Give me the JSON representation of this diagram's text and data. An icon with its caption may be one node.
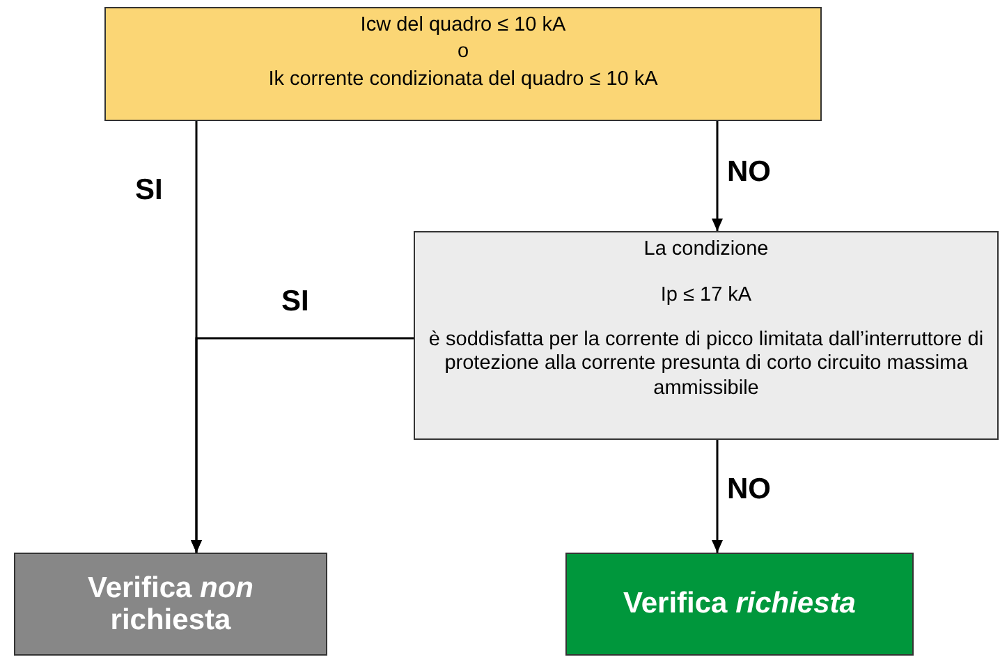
{
  "diagram": {
    "nodes": [
      {
        "text": [
          "Icw del quadro ≤ 10 kA",
          "o",
          "Ik corrente condizionata del quadro ≤ 10 kA"
        ]
      },
      {
        "text": [
          "La condizione",
          "Ip ≤ 17 kA",
          "è soddisfatta per la corrente di picco limitata dall’interruttore di protezione alla corrente presunta di corto circuito massima ammissibile"
        ]
      },
      {
        "text": [
          "Verifica *non* richiesta"
        ]
      },
      {
        "text": [
          "Verifica *richiesta*"
        ]
      }
    ],
    "edges": [
      {
        "from": 0,
        "to": 2,
        "arrow": "to",
        "label": "SI"
      },
      {
        "from": 0,
        "to": 1,
        "arrow": "to",
        "label": "NO"
      },
      {
        "from": 1,
        "to": 2,
        "arrow": "to",
        "label": "SI"
      },
      {
        "from": 1,
        "to": 3,
        "arrow": "to",
        "label": "NO"
      }
    ]
  }
}
